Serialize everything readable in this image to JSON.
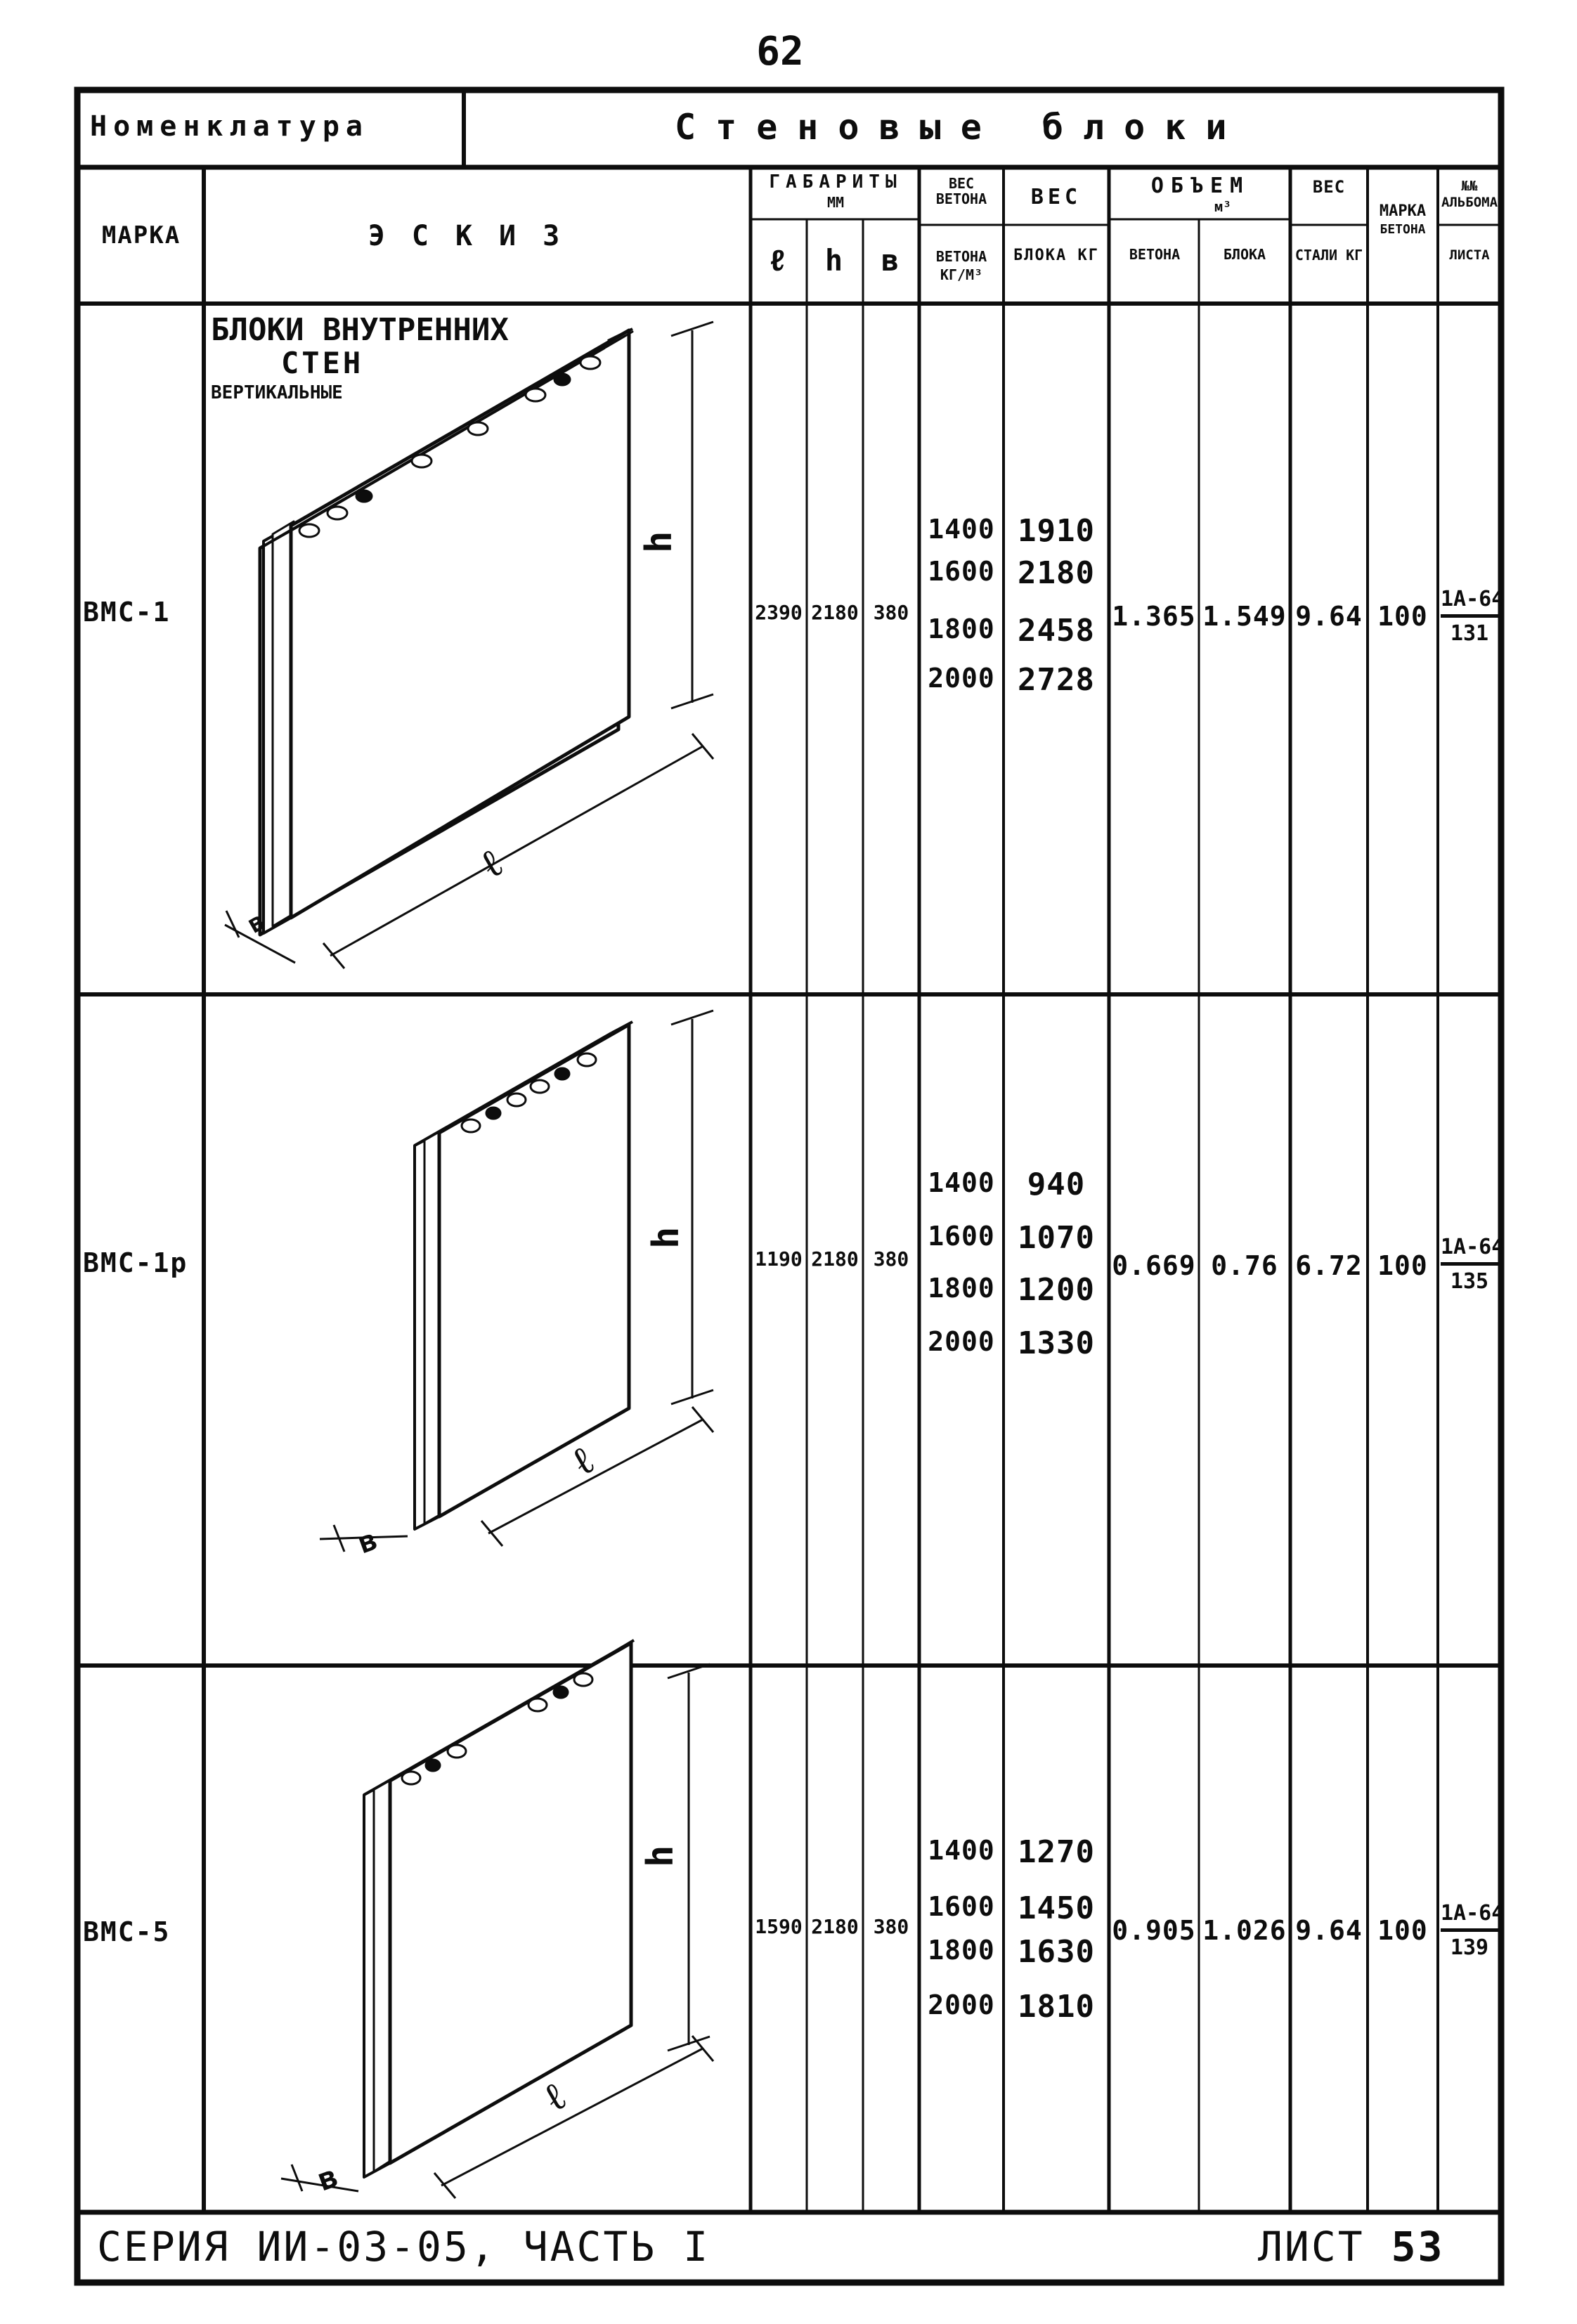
{
  "page_number": "62",
  "header": {
    "nomenclature_label": "Номенклатура",
    "nomenclature_title": "Стеновые блоки"
  },
  "columns": {
    "mark": "МАРКА",
    "sketch": "ЭСКИЗ",
    "dimensions": "ГАБАРИТЫ",
    "dimensions_unit": "ММ",
    "dim_l": "ℓ",
    "dim_h": "h",
    "dim_b": "в",
    "concrete_weight_top": "ВЕС ВЕТОНА",
    "concrete_weight_bottom": "ВЕТОНА КГ/М³",
    "block_weight_top": "ВЕС",
    "block_weight_bottom": "БЛОКА КГ",
    "volume_top": "ОБЪЕМ",
    "volume_unit": "м³",
    "volume_concrete": "ВЕТОНА",
    "volume_block": "БЛОКА",
    "steel_top": "ВЕС",
    "steel_bottom": "СТАЛИ КГ",
    "concrete_mark_top": "МАРКА",
    "concrete_mark_bottom": "БЕТОНА",
    "album_top": "№№ АЛЬБОМА",
    "album_bottom": "ЛИСТА"
  },
  "sketch_title": {
    "line1": "БЛОКИ ВНУТРЕННИХ",
    "line2": "СТЕН",
    "line3": "ВЕРТИКАЛЬНЫЕ"
  },
  "dim_labels": {
    "h": "h",
    "l": "ℓ",
    "b": "в"
  },
  "rows": [
    {
      "mark": "ВМС-1",
      "l": "2390",
      "h": "2180",
      "b": "380",
      "densities": [
        "1400",
        "1600",
        "1800",
        "2000"
      ],
      "weights": [
        "1910",
        "2180",
        "2458",
        "2728"
      ],
      "vol_concrete": "1.365",
      "vol_block": "1.549",
      "steel": "9.64",
      "concrete_mark": "100",
      "album": "1А-64",
      "sheet": "131"
    },
    {
      "mark": "ВМС-1р",
      "l": "1190",
      "h": "2180",
      "b": "380",
      "densities": [
        "1400",
        "1600",
        "1800",
        "2000"
      ],
      "weights": [
        "940",
        "1070",
        "1200",
        "1330"
      ],
      "vol_concrete": "0.669",
      "vol_block": "0.76",
      "steel": "6.72",
      "concrete_mark": "100",
      "album": "1А-64",
      "sheet": "135"
    },
    {
      "mark": "ВМС-5",
      "l": "1590",
      "h": "2180",
      "b": "380",
      "densities": [
        "1400",
        "1600",
        "1800",
        "2000"
      ],
      "weights": [
        "1270",
        "1450",
        "1630",
        "1810"
      ],
      "vol_concrete": "0.905",
      "vol_block": "1.026",
      "steel": "9.64",
      "concrete_mark": "100",
      "album": "1А-64",
      "sheet": "139"
    }
  ],
  "footer": {
    "series": "СЕРИЯ ИИ-03-05, ЧАСТЬ I",
    "sheet_label": "ЛИСТ",
    "sheet_number": "53"
  }
}
